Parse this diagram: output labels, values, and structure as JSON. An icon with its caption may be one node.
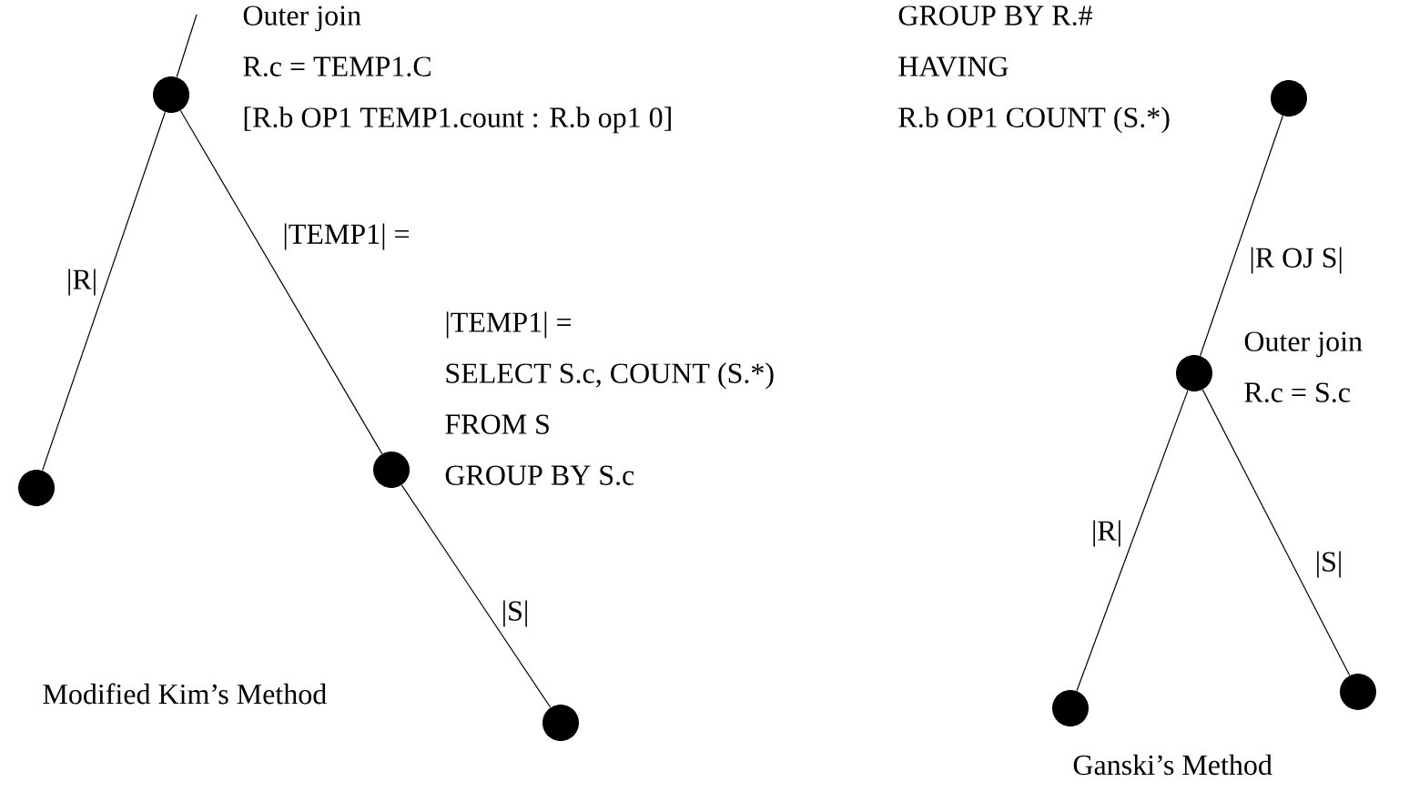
{
  "diagram": {
    "nodes": [
      {
        "text": [],
        "shape": "circle",
        "beside": [
          "Outer join",
          "R.c = TEMP1.C",
          "[R.b OP1 TEMP1.count : R.b op1 0]"
        ]
      },
      {
        "text": [],
        "shape": "circle"
      },
      {
        "text": [],
        "shape": "circle",
        "beside": [
          "|TEMP1| =",
          "SELECT S.c, COUNT (S.*)",
          "FROM S",
          "GROUP BY S.c"
        ]
      },
      {
        "text": [],
        "shape": "circle"
      },
      {
        "text": [],
        "shape": "circle",
        "beside": [
          "GROUP BY R.#",
          "HAVING",
          "R.b OP1 COUNT (S.*)"
        ]
      },
      {
        "text": [],
        "shape": "circle",
        "beside": [
          "Outer join",
          "R.c = S.c"
        ]
      },
      {
        "text": [],
        "shape": "circle"
      },
      {
        "text": [],
        "shape": "circle"
      }
    ],
    "edges": [
      {
        "from": null,
        "to": 0,
        "arrow": "none"
      },
      {
        "from": 0,
        "to": 1,
        "arrow": "none",
        "label": "|R|"
      },
      {
        "from": 0,
        "to": 2,
        "arrow": "none",
        "label": "|TEMP1| ="
      },
      {
        "from": 2,
        "to": 3,
        "arrow": "none",
        "label": "|S|"
      },
      {
        "from": 4,
        "to": 5,
        "arrow": "none",
        "label": "|R OJ S|"
      },
      {
        "from": 5,
        "to": 6,
        "arrow": "none",
        "label": "|R|"
      },
      {
        "from": 5,
        "to": 7,
        "arrow": "none",
        "label": "|S|"
      }
    ],
    "labels": [
      "Modified Kim’s Method",
      "Ganski’s Method"
    ]
  }
}
